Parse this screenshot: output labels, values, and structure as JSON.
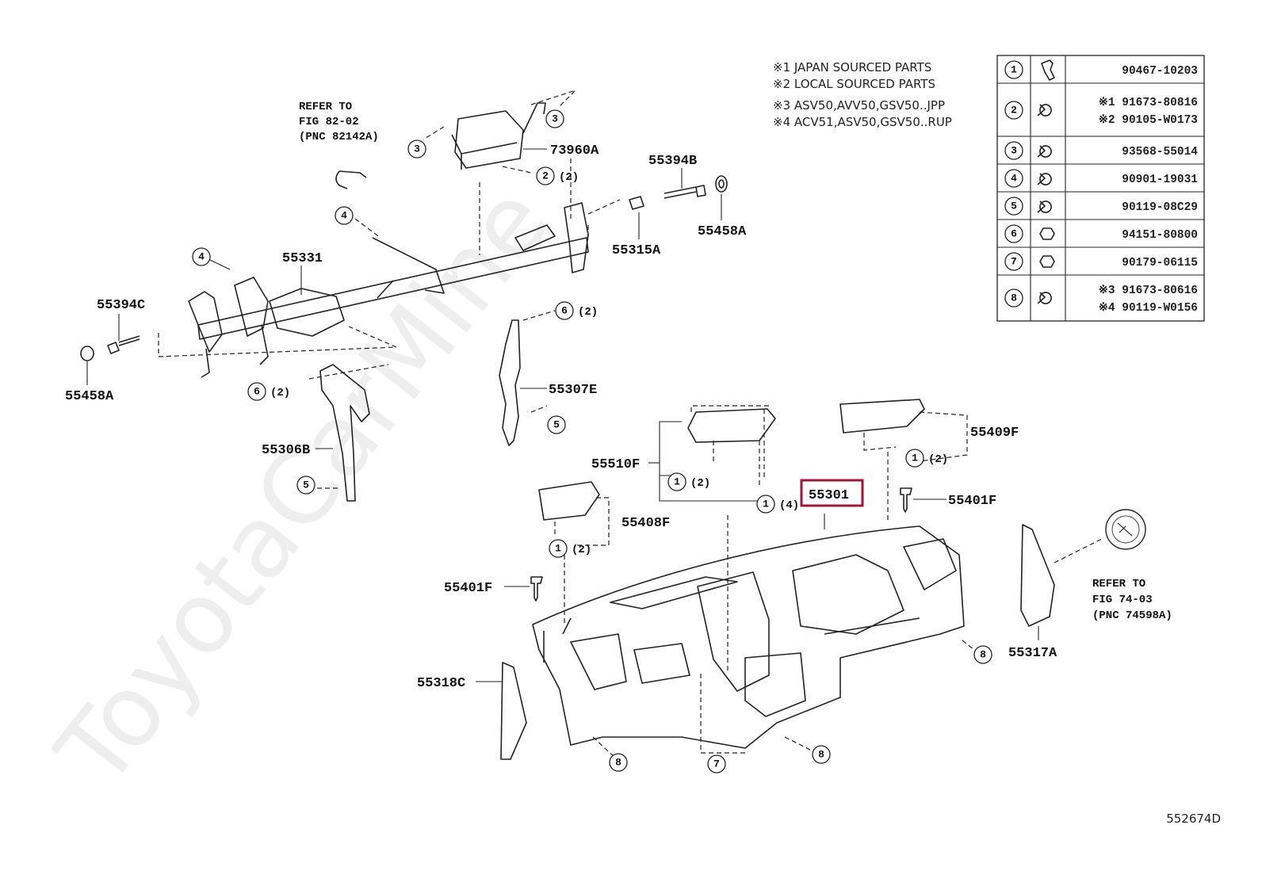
{
  "watermark": "ToyotaCarMine",
  "figure_id": "552674D",
  "notes": [
    "※1 JAPAN SOURCED PARTS",
    "※2 LOCAL SOURCED PARTS",
    "※3 ASV50,AVV50,GSV50..JPP",
    "※4 ACV51,ASV50,GSV50..RUP"
  ],
  "fastener_table": [
    {
      "index": "1",
      "part_numbers": [
        "90467-10203"
      ]
    },
    {
      "index": "2",
      "part_numbers": [
        "※1 91673-80816",
        "※2 90105-W0173"
      ]
    },
    {
      "index": "3",
      "part_numbers": [
        "93568-55014"
      ]
    },
    {
      "index": "4",
      "part_numbers": [
        "90901-19031"
      ]
    },
    {
      "index": "5",
      "part_numbers": [
        "90119-08C29"
      ]
    },
    {
      "index": "6",
      "part_numbers": [
        "94151-80800"
      ]
    },
    {
      "index": "7",
      "part_numbers": [
        "90179-06115"
      ]
    },
    {
      "index": "8",
      "part_numbers": [
        "※3 91673-80616",
        "※4 90119-W0156"
      ]
    }
  ],
  "references": {
    "fig82": [
      "REFER TO",
      "FIG 82-02",
      "(PNC 82142A)"
    ],
    "fig74": [
      "REFER TO",
      "FIG 74-03",
      "(PNC 74598A)"
    ]
  },
  "highlight_color": "#a0163a",
  "part_labels": {
    "p73960A": "73960A",
    "p55394B": "55394B",
    "p55458A_r": "55458A",
    "p55315A": "55315A",
    "p55331": "55331",
    "p55394C": "55394C",
    "p55458A_l": "55458A",
    "p55307E": "55307E",
    "p55306B": "55306B",
    "p55409F": "55409F",
    "p55510F": "55510F",
    "p55301": "55301",
    "p55401F_r": "55401F",
    "p55408F": "55408F",
    "p55401F_l": "55401F",
    "p55317A": "55317A",
    "p55318C": "55318C"
  },
  "callouts": {
    "c3a": "3",
    "c3b": "3",
    "c2": "2",
    "q2": "(2)",
    "c4a": "4",
    "c4b": "4",
    "c6a": "6",
    "q6a": "(2)",
    "c6b": "6",
    "q6b": "(2)",
    "c5a": "5",
    "c5b": "5",
    "c1a": "1",
    "q1a": "(2)",
    "c1b": "1",
    "q1b": "(2)",
    "c1c": "1",
    "q1c": "(4)",
    "c1d": "1",
    "q1d": "(2)",
    "c8a": "8",
    "c8b": "8",
    "c8c": "8",
    "c7": "7"
  }
}
